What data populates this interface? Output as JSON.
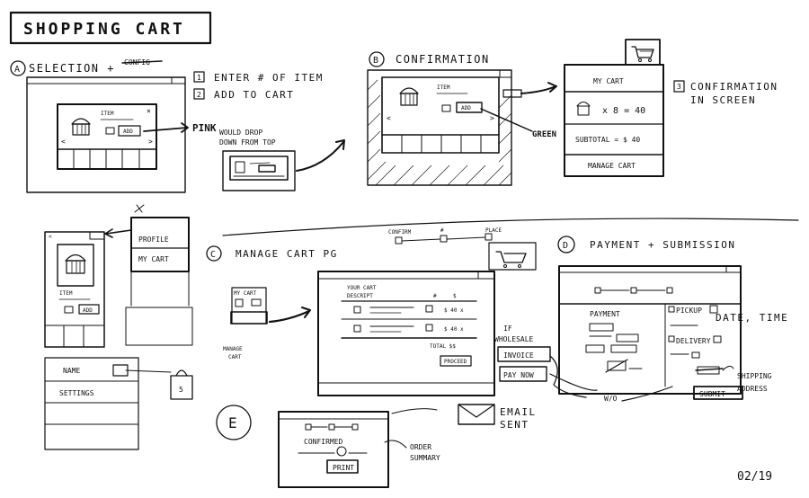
{
  "title": "SHOPPING CART",
  "page_number": "02/19",
  "section_a": {
    "letter": "A",
    "heading": "SELECTION +",
    "struck_text": "CONFIG",
    "steps": [
      {
        "num": "1",
        "text": "ENTER # OF ITEM"
      },
      {
        "num": "2",
        "text": "ADD TO CART"
      }
    ],
    "item_label": "ITEM",
    "add_label": "ADD",
    "note_pink": "PINK",
    "note_drop_1": "WOULD DROP",
    "note_drop_2": "DOWN FROM TOP"
  },
  "section_b": {
    "letter": "B",
    "heading": "CONFIRMATION",
    "item_label": "ITEM",
    "add_label": "ADD",
    "note_green": "GREEN",
    "cart_title": "MY CART",
    "cart_line": "x 8 = 40",
    "subtotal": "SUBTOTAL = $ 40",
    "manage_cart": "MANAGE CART",
    "step_num": "3",
    "step_text_1": "CONFIRMATION",
    "step_text_2": "IN SCREEN"
  },
  "left_mobile": {
    "item_label": "ITEM",
    "add_label": "ADD",
    "menu_profile": "PROFILE",
    "menu_my_cart": "MY CART",
    "settings_name": "NAME",
    "settings_settings": "SETTINGS",
    "bag_label": "5"
  },
  "section_c": {
    "letter": "C",
    "heading": "MANAGE CART PG",
    "progress": [
      "CONFIRM",
      "#",
      "PLACE"
    ],
    "mini_title": "MY CART",
    "mini_caption_1": "MANAGE",
    "mini_caption_2": "CART",
    "cart_heading_1": "YOUR CART",
    "cart_heading_2": "DESCRIPT",
    "col_qty": "#",
    "col_price": "$",
    "row_value": "$ 40 x",
    "total_label": "TOTAL $$",
    "proceed": "PROCEED",
    "if_wholesale_1": "IF",
    "if_wholesale_2": "WHOLESALE",
    "invoice": "INVOICE",
    "pay_now": "PAY NOW"
  },
  "section_d": {
    "letter": "D",
    "heading": "PAYMENT + SUBMISSION",
    "payment": "PAYMENT",
    "pickup": "PICKUP",
    "date_time": "DATE, TIME",
    "delivery": "DELIVERY",
    "submit": "SUBMIT",
    "shipping_1": "SHIPPING",
    "shipping_2": "ADDRESS",
    "w_o": "W/O"
  },
  "section_e": {
    "letter": "E",
    "confirmed": "CONFIRMED",
    "print": "PRINT",
    "order_1": "ORDER",
    "order_2": "SUMMARY",
    "email_1": "EMAIL",
    "email_2": "SENT"
  }
}
